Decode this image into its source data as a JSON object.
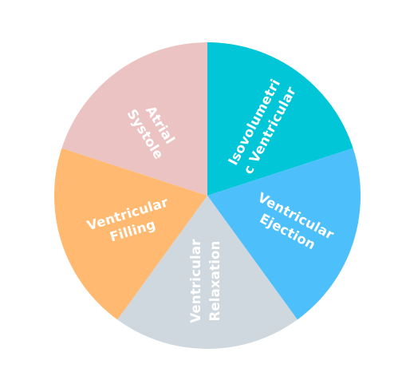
{
  "diagram": {
    "type": "cycle-pie",
    "segments": [
      {
        "id": "isovolumetric-contraction",
        "lines": [
          "Isovolumetri",
          "c Ventricular"
        ],
        "color": "#00c6d8",
        "text_color": "#ffffff"
      },
      {
        "id": "ventricular-ejection",
        "lines": [
          "Ventricular",
          "Ejection"
        ],
        "color": "#4dc0fb",
        "text_color": "#ffffff"
      },
      {
        "id": "ventricular-relaxation",
        "lines": [
          "Ventricular",
          "Relaxation"
        ],
        "color": "#cfd8de",
        "text_color": "#ffffff"
      },
      {
        "id": "ventricular-filling",
        "lines": [
          "Ventricular",
          "Filling"
        ],
        "color": "#ffb970",
        "text_color": "#ffffff"
      },
      {
        "id": "atrial-systole",
        "lines": [
          "Atrial",
          "Systole"
        ],
        "color": "#ecc3c3",
        "text_color": "#ffffff"
      }
    ]
  }
}
